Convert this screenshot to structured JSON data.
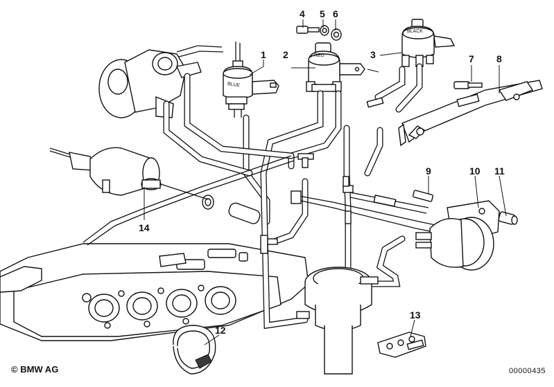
{
  "callouts": [
    {
      "id": "1"
    },
    {
      "id": "2"
    },
    {
      "id": "3"
    },
    {
      "id": "4"
    },
    {
      "id": "5"
    },
    {
      "id": "6"
    },
    {
      "id": "7"
    },
    {
      "id": "8"
    },
    {
      "id": "9"
    },
    {
      "id": "10"
    },
    {
      "id": "11"
    },
    {
      "id": "12"
    },
    {
      "id": "13"
    },
    {
      "id": "14"
    }
  ],
  "valve_markings": {
    "blue": "BLUE",
    "red": "RED",
    "black": "BLACK"
  },
  "footer": {
    "copyright": "© BMW AG",
    "doc_number": "00000435"
  }
}
